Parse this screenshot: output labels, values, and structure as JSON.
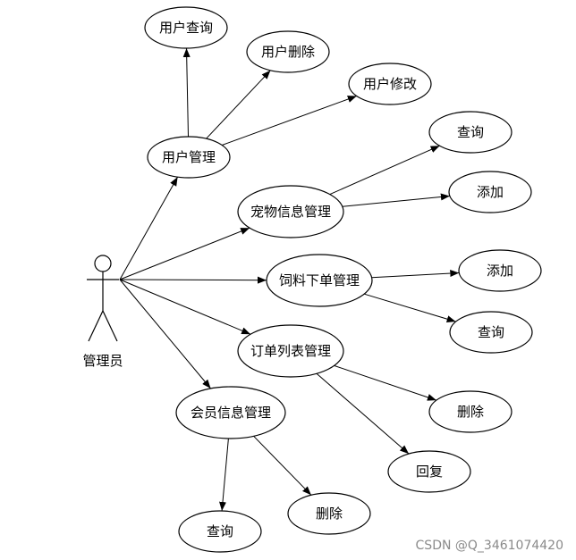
{
  "actor": {
    "label": "管理员"
  },
  "nodes": {
    "user_mgmt": "用户管理",
    "user_query": "用户查询",
    "user_delete": "用户删除",
    "user_edit": "用户修改",
    "pet_mgmt": "宠物信息管理",
    "pet_query": "查询",
    "pet_add": "添加",
    "feed_mgmt": "饲料下单管理",
    "feed_add": "添加",
    "feed_query": "查询",
    "order_mgmt": "订单列表管理",
    "order_delete": "删除",
    "order_reply": "回复",
    "member_mgmt": "会员信息管理",
    "member_query": "查询",
    "member_delete": "删除"
  },
  "edges": [
    [
      "actor",
      "user_mgmt"
    ],
    [
      "actor",
      "pet_mgmt"
    ],
    [
      "actor",
      "feed_mgmt"
    ],
    [
      "actor",
      "order_mgmt"
    ],
    [
      "actor",
      "member_mgmt"
    ],
    [
      "user_mgmt",
      "user_query"
    ],
    [
      "user_mgmt",
      "user_delete"
    ],
    [
      "user_mgmt",
      "user_edit"
    ],
    [
      "pet_mgmt",
      "pet_query"
    ],
    [
      "pet_mgmt",
      "pet_add"
    ],
    [
      "feed_mgmt",
      "feed_add"
    ],
    [
      "feed_mgmt",
      "feed_query"
    ],
    [
      "order_mgmt",
      "order_delete"
    ],
    [
      "order_mgmt",
      "order_reply"
    ],
    [
      "member_mgmt",
      "member_query"
    ],
    [
      "member_mgmt",
      "member_delete"
    ]
  ],
  "watermark": "CSDN @Q_3461074420"
}
